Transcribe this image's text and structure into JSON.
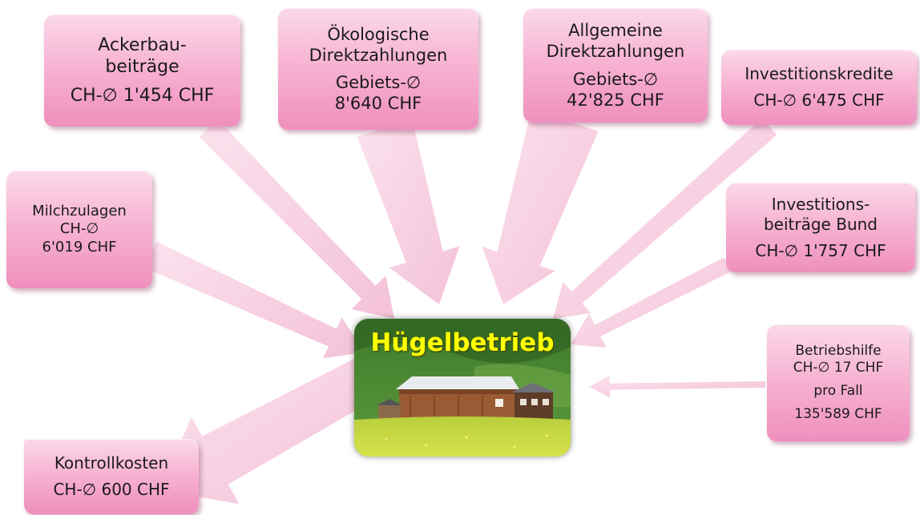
{
  "center": {
    "title": "Hügelbetrieb"
  },
  "boxes": {
    "ackerbau": {
      "lines": [
        "Ackerbau-",
        "beiträge",
        "CH-∅  1'454 CHF"
      ]
    },
    "oeko": {
      "lines": [
        "Ökologische",
        "Direktzahlungen",
        "Gebiets-∅",
        "8'640 CHF"
      ]
    },
    "allgemein": {
      "lines": [
        "Allgemeine",
        "Direktzahlungen",
        "Gebiets-∅",
        "42'825 CHF"
      ]
    },
    "invest_kredite": {
      "lines": [
        "Investitionskredite",
        "CH-∅ 6'475 CHF"
      ]
    },
    "milch": {
      "lines": [
        "Milchzulagen",
        "CH-∅",
        "6'019 CHF"
      ]
    },
    "invest_beitraege": {
      "lines": [
        "Investitions-",
        "beiträge Bund",
        "CH-∅  1'757 CHF"
      ]
    },
    "betriebshilfe": {
      "lines": [
        "Betriebshilfe",
        "CH-∅  17 CHF",
        "pro Fall",
        "135'589 CHF"
      ]
    },
    "kontroll": {
      "lines": [
        "Kontrollkosten",
        "CH-∅  600 CHF"
      ]
    }
  },
  "colors": {
    "box_pink": "#f7b4d3",
    "arrow_pink": "#f6c8dc",
    "title_yellow": "#ffff00"
  }
}
